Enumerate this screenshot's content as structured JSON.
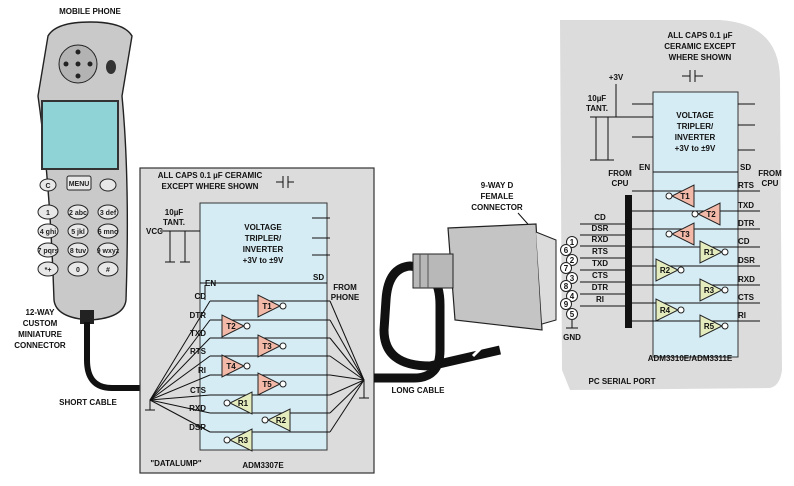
{
  "phone": {
    "title": "MOBILE PHONE",
    "menu_key": "MENU",
    "c_key": "C",
    "keys": [
      "1",
      "2 abc",
      "3 def",
      "4 ghi",
      "5 jkl",
      "6 mno",
      "7 pqrs",
      "8 tuv",
      "9 wxyz",
      "*+",
      "0",
      "#"
    ],
    "connector": [
      "12-WAY",
      "CUSTOM",
      "MINIATURE",
      "CONNECTOR"
    ],
    "short_cable": "SHORT CABLE"
  },
  "datalump": {
    "caps_note": [
      "ALL CAPS 0.1 µF CERAMIC",
      "EXCEPT WHERE SHOWN"
    ],
    "tant": [
      "10µF",
      "TANT."
    ],
    "vcc": "VCC",
    "tripler": [
      "VOLTAGE",
      "TRIPLER/",
      "INVERTER",
      "+3V to ±9V"
    ],
    "en": "EN",
    "sd": "SD",
    "from_phone": [
      "FROM",
      "PHONE"
    ],
    "signals": [
      "CD",
      "DTR",
      "TXD",
      "RTS",
      "RI",
      "CTS",
      "RXD",
      "DSR"
    ],
    "drivers": [
      "T1",
      "T2",
      "T3",
      "T4",
      "T5"
    ],
    "receivers": [
      "R1",
      "R2",
      "R3"
    ],
    "name": "\"DATALUMP\"",
    "part": "ADM3307E"
  },
  "cable": {
    "long": "LONG CABLE",
    "connector": [
      "9-WAY D",
      "FEMALE",
      "CONNECTOR"
    ]
  },
  "pc": {
    "caps_note": [
      "ALL CAPS 0.1 µF",
      "CERAMIC EXCEPT",
      "WHERE SHOWN"
    ],
    "plus3v": "+3V",
    "tant": [
      "10µF",
      "TANT."
    ],
    "tripler": [
      "VOLTAGE",
      "TRIPLER/",
      "INVERTER",
      "+3V to ±9V"
    ],
    "en": "EN",
    "sd": "SD",
    "from_cpu_left": [
      "FROM",
      "CPU"
    ],
    "from_cpu_right": [
      "FROM",
      "CPU"
    ],
    "pins": [
      "1",
      "6",
      "2",
      "7",
      "3",
      "8",
      "4",
      "9",
      "5"
    ],
    "left_signals": [
      "CD",
      "DSR",
      "RXD",
      "RTS",
      "TXD",
      "CTS",
      "DTR",
      "RI"
    ],
    "right_signals": [
      "RTS",
      "TXD",
      "DTR",
      "CD",
      "DSR",
      "RXD",
      "CTS",
      "RI"
    ],
    "drivers": [
      "T1",
      "T2",
      "T3"
    ],
    "receivers": [
      "R1",
      "R2",
      "R3",
      "R4",
      "R5"
    ],
    "gnd": "GND",
    "part": "ADM3310E/ADM3311E",
    "footer": "PC SERIAL PORT"
  },
  "colors": {
    "driver": "#f2b8a8",
    "receiver": "#e4ecbe",
    "chip": "#d6ecf4",
    "panel": "#dcdcdc"
  }
}
